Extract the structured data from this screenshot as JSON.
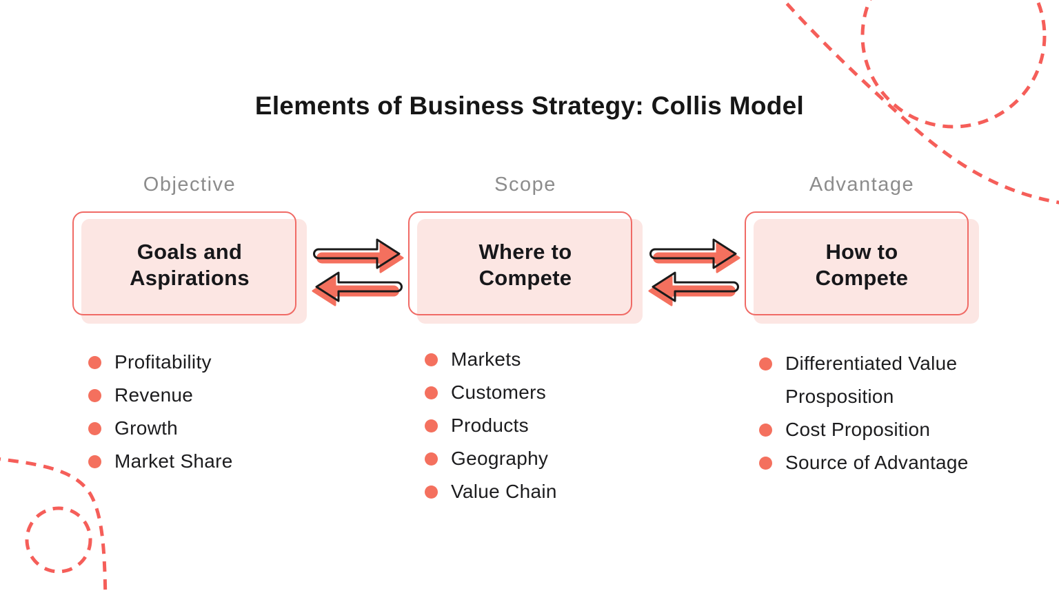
{
  "title": "Elements of Business Strategy: Collis Model",
  "columns": [
    {
      "header": "Objective",
      "box_label_lines": [
        "Goals and",
        "Aspirations"
      ],
      "items": [
        "Profitability",
        "Revenue",
        "Growth",
        "Market Share"
      ]
    },
    {
      "header": "Scope",
      "box_label_lines": [
        "Where to",
        "Compete"
      ],
      "items": [
        "Markets",
        "Customers",
        "Products",
        "Geography",
        "Value Chain"
      ]
    },
    {
      "header": "Advantage",
      "box_label_lines": [
        "How to",
        "Compete"
      ],
      "items": [
        "Differentiated Value Prosposition",
        "Cost Proposition",
        "Source of Advantage"
      ]
    }
  ],
  "colors": {
    "coral": "#f4705e",
    "box_outline_red": "#f06a65",
    "box_fill_pink": "#fce6e3",
    "dashed_decor_red": "#f55e59",
    "header_gray": "#8c8c8c",
    "text_black": "#161616"
  }
}
